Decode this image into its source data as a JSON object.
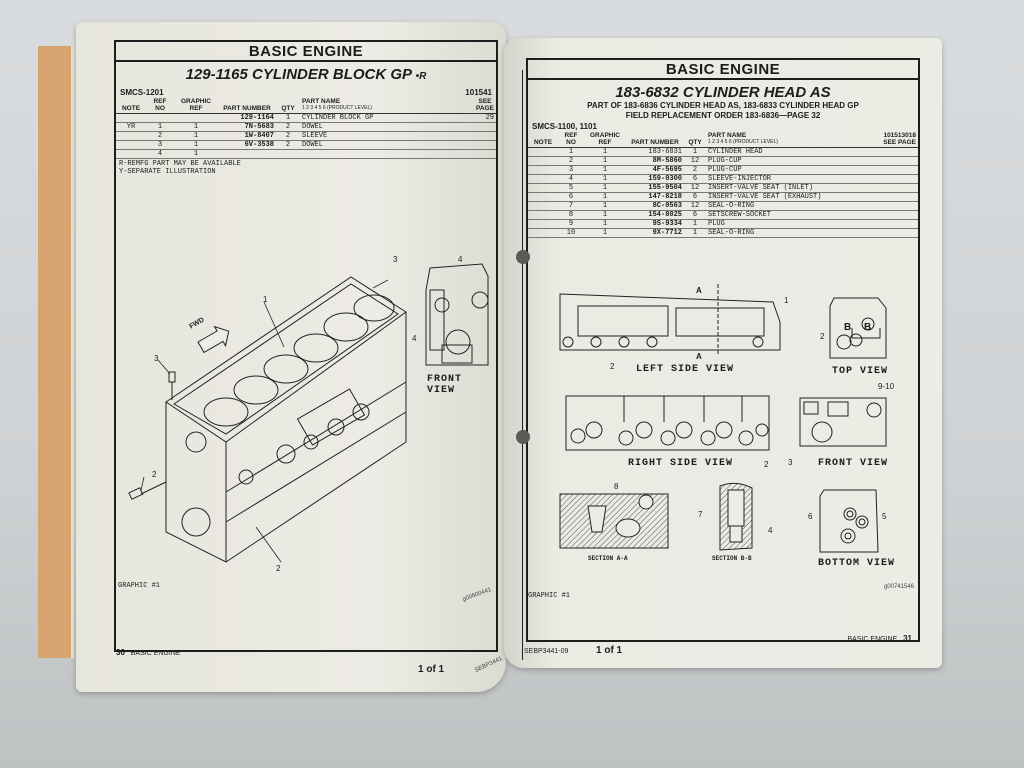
{
  "left_page": {
    "section_title": "BASIC ENGINE",
    "part_title": "129-1165 CYLINDER BLOCK GP",
    "part_title_tag": "•R",
    "smcs": "SMCS-1201",
    "doc_id": "101541",
    "columns": [
      "NOTE",
      "REF NO",
      "GRAPHIC REF",
      "PART NUMBER",
      "QTY",
      "PART NAME"
    ],
    "product_level_label": "1 2 3 4 5 6 (PRODUCT LEVEL)",
    "see_page_label": "SEE PAGE",
    "rows": [
      {
        "note": "",
        "ref": "",
        "graphic": "",
        "part_number": "129-1164",
        "qty": "1",
        "name": "CYLINDER BLOCK GP",
        "see_page": "29"
      },
      {
        "note": "YR",
        "ref": "1",
        "graphic": "1",
        "part_number": "7N-5683",
        "qty": "2",
        "name": "DOWEL",
        "see_page": ""
      },
      {
        "note": "",
        "ref": "2",
        "graphic": "1",
        "part_number": "1W-8407",
        "qty": "2",
        "name": "SLEEVE",
        "see_page": ""
      },
      {
        "note": "",
        "ref": "3",
        "graphic": "1",
        "part_number": "6V-3538",
        "qty": "2",
        "name": "DOWEL",
        "see_page": ""
      },
      {
        "note": "",
        "ref": "4",
        "graphic": "1",
        "part_number": "",
        "qty": "",
        "name": "",
        "see_page": ""
      }
    ],
    "notes": [
      "R-REMFG PART MAY BE AVAILABLE",
      "Y-SEPARATE ILLUSTRATION"
    ],
    "diagram": {
      "fwd_label": "FWD",
      "front_view_label": "FRONT VIEW",
      "callouts": [
        "1",
        "2",
        "2",
        "3",
        "3",
        "4",
        "4"
      ]
    },
    "graphic_label": "GRAPHIC #1",
    "graphic_code": "g00600441",
    "footer": {
      "page_number": "30",
      "section": "BASIC ENGINE",
      "pager": "1 of 1",
      "doc_code": "SEBP3441"
    }
  },
  "right_page": {
    "section_title": "BASIC ENGINE",
    "part_title": "183-6832 CYLINDER HEAD AS",
    "subtitle_1": "PART OF 183-6836 CYLINDER HEAD AS, 183-6833 CYLINDER HEAD GP",
    "subtitle_2": "FIELD REPLACEMENT ORDER 183-6836—PAGE 32",
    "smcs": "SMCS-1100, 1101",
    "doc_id": "101513018",
    "columns": [
      "NOTE",
      "REF NO",
      "GRAPHIC REF",
      "PART NUMBER",
      "QTY",
      "PART NAME"
    ],
    "product_level_label": "1 2 3 4 5 6 (PRODUCT LEVEL)",
    "see_page_label": "SEE PAGE",
    "rows": [
      {
        "note": "",
        "ref": "1",
        "graphic": "1",
        "part_number": "183-6831",
        "qty": "1",
        "name": "CYLINDER HEAD"
      },
      {
        "note": "",
        "ref": "2",
        "graphic": "1",
        "part_number": "8M-5860",
        "qty": "12",
        "name": "PLUG-CUP"
      },
      {
        "note": "",
        "ref": "3",
        "graphic": "1",
        "part_number": "4F-5695",
        "qty": "2",
        "name": "PLUG-CUP"
      },
      {
        "note": "",
        "ref": "4",
        "graphic": "1",
        "part_number": "159-0300",
        "qty": "6",
        "name": "SLEEVE-INJECTOR"
      },
      {
        "note": "",
        "ref": "5",
        "graphic": "1",
        "part_number": "155-9504",
        "qty": "12",
        "name": "INSERT-VALVE SEAT (INLET)"
      },
      {
        "note": "",
        "ref": "6",
        "graphic": "1",
        "part_number": "147-8218",
        "qty": "6",
        "name": "INSERT-VALVE SEAT (EXHAUST)"
      },
      {
        "note": "",
        "ref": "7",
        "graphic": "1",
        "part_number": "8C-0563",
        "qty": "12",
        "name": "SEAL-O-RING"
      },
      {
        "note": "",
        "ref": "8",
        "graphic": "1",
        "part_number": "154-8025",
        "qty": "6",
        "name": "SETSCREW-SOCKET"
      },
      {
        "note": "",
        "ref": "9",
        "graphic": "1",
        "part_number": "9S-9334",
        "qty": "1",
        "name": "PLUG"
      },
      {
        "note": "",
        "ref": "10",
        "graphic": "1",
        "part_number": "9X-7712",
        "qty": "1",
        "name": "SEAL-O-RING"
      }
    ],
    "views": {
      "left_side": "LEFT SIDE VIEW",
      "top": "TOP VIEW",
      "right_side": "RIGHT SIDE VIEW",
      "front": "FRONT VIEW",
      "section_aa": "SECTION A-A",
      "section_bb": "SECTION B-B",
      "bottom": "BOTTOM VIEW",
      "section_marker_a": "A",
      "section_marker_b": "B"
    },
    "callouts": {
      "c1": "1",
      "c2": "2",
      "c3": "3",
      "c4": "4",
      "c5": "5",
      "c6": "6",
      "c7": "7",
      "c8": "8",
      "c910": "9-10"
    },
    "graphic_label": "GRAPHIC #1",
    "graphic_code": "g00741546",
    "footer": {
      "doc_code": "SEBP3441-09",
      "pager": "1 of 1",
      "section": "BASIC ENGINE",
      "page_number": "31"
    }
  },
  "colors": {
    "binding_tab": "#d7a46f",
    "paper": "#ecebe4",
    "ink": "#1d1d1d",
    "background": "#d2d5d7"
  }
}
